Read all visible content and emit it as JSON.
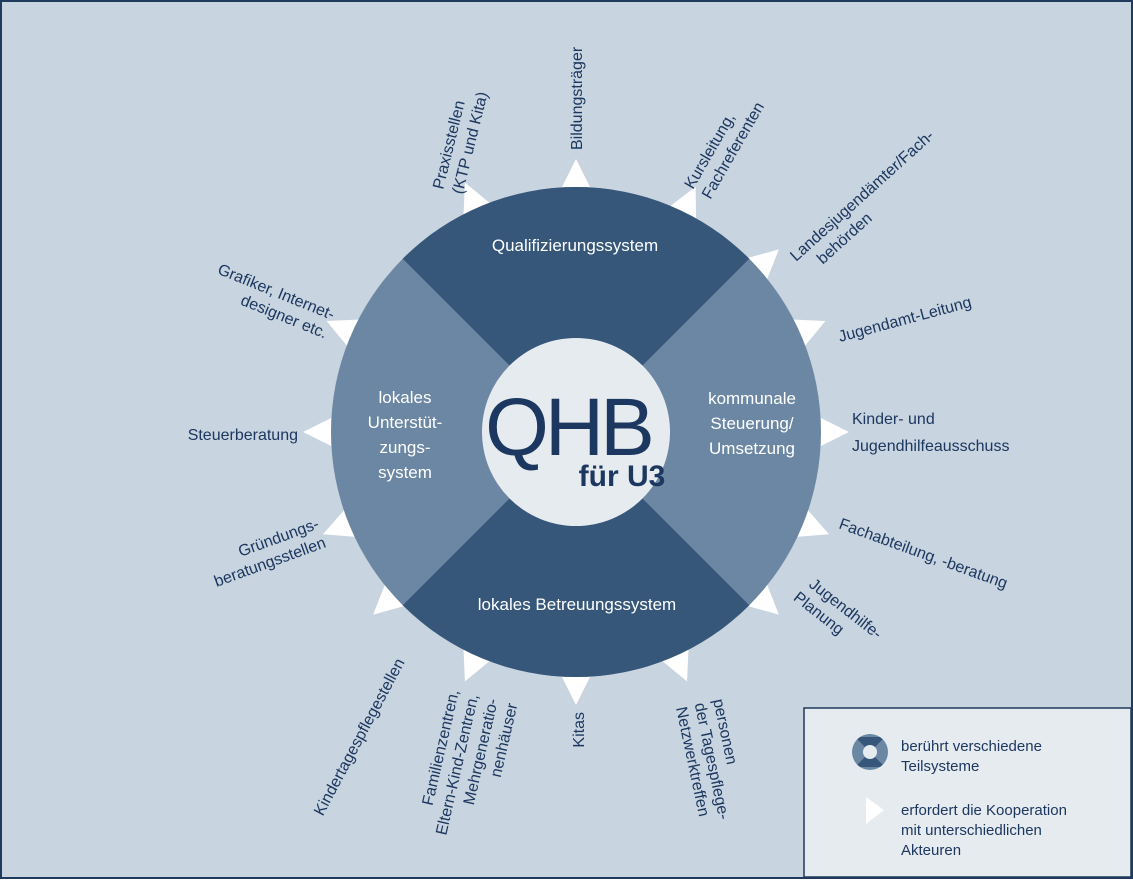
{
  "colors": {
    "background": "#c8d4df",
    "border": "#1f3a5c",
    "ring_dark": "#36577a",
    "ring_light": "#6c87a3",
    "center": "#e6ebef",
    "text_dark": "#1c3760",
    "text_light": "#ffffff",
    "legend_bg": "#e6ebef",
    "arrow": "#ffffff"
  },
  "logo": {
    "text": "QHB",
    "subtext": "für U3"
  },
  "sectors": {
    "top": "Qualifizierungssystem",
    "bottom": "lokales Betreuungssystem",
    "right": [
      "kommunale",
      "Steuerung/",
      "Umsetzung"
    ],
    "left": [
      "lokales",
      "Unterstüt-",
      "zungs-",
      "system"
    ]
  },
  "actors": {
    "bildungstraeger": "Bildungsträger",
    "kursleitung": [
      "Kursleitung,",
      "Fachreferenten"
    ],
    "landesjugendaemter": [
      "Landesjugendämter/Fach-",
      "behörden"
    ],
    "jugendamt_leitung": "Jugendamt-Leitung",
    "jugendhilfeausschuss": [
      "Kinder- und",
      "Jugendhilfeausschuss"
    ],
    "fachabteilung": "Fachabteilung, -beratung",
    "jugendhilfe_planung": [
      "Jugendhilfe-",
      "Planung"
    ],
    "netzwerktreffen": [
      "Netzwerktreffen",
      "der Tagespflege-",
      "personen"
    ],
    "kitas": "Kitas",
    "familienzentren": [
      "Familienzentren,",
      "Eltern-Kind-Zentren,",
      "Mehrgeneratio-",
      "nenhäuser"
    ],
    "kindertagespflegestellen": "Kindertagespflegestellen",
    "gruendungsberatung": [
      "Gründungs-",
      "beratungsstellen"
    ],
    "steuerberatung": "Steuerberatung",
    "grafiker": [
      "Grafiker, Internet-",
      "designer etc."
    ],
    "praxisstellen": [
      "Praxisstellen",
      "(KTP und Kita)"
    ]
  },
  "legend": {
    "item1": [
      "berührt verschiedene",
      "Teilsysteme"
    ],
    "item2": [
      "erfordert die Kooperation",
      "mit unterschiedlichen",
      "Akteuren"
    ]
  }
}
